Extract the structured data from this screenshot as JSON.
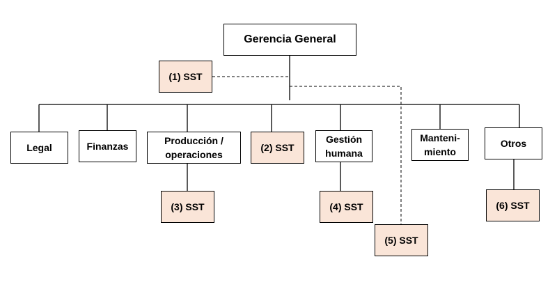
{
  "diagram": {
    "type": "org-chart",
    "colors": {
      "sst_fill": "#fae5d8",
      "unit_fill": "#ffffff",
      "line": "#000000"
    },
    "nodes": [
      {
        "id": "gerencia",
        "label": "Gerencia General",
        "kind": "unit"
      },
      {
        "id": "sst1",
        "label": "(1) SST",
        "kind": "sst"
      },
      {
        "id": "legal",
        "label": "Legal",
        "kind": "unit"
      },
      {
        "id": "finanzas",
        "label": "Finanzas",
        "kind": "unit"
      },
      {
        "id": "produccion",
        "label": "Producción /\noperaciones",
        "kind": "unit"
      },
      {
        "id": "sst2",
        "label": "(2) SST",
        "kind": "sst"
      },
      {
        "id": "gestion",
        "label": "Gestión\nhumana",
        "kind": "unit"
      },
      {
        "id": "mantenimiento",
        "label": "Manteni-\nmiento",
        "kind": "unit"
      },
      {
        "id": "otros",
        "label": "Otros",
        "kind": "unit"
      },
      {
        "id": "sst3",
        "label": "(3) SST",
        "kind": "sst"
      },
      {
        "id": "sst4",
        "label": "(4) SST",
        "kind": "sst"
      },
      {
        "id": "sst5",
        "label": "(5) SST",
        "kind": "sst"
      },
      {
        "id": "sst6",
        "label": "(6) SST",
        "kind": "sst"
      }
    ],
    "edges": [
      {
        "from": "gerencia",
        "to": "legal",
        "style": "solid"
      },
      {
        "from": "gerencia",
        "to": "finanzas",
        "style": "solid"
      },
      {
        "from": "gerencia",
        "to": "produccion",
        "style": "solid"
      },
      {
        "from": "gerencia",
        "to": "sst2",
        "style": "solid"
      },
      {
        "from": "gerencia",
        "to": "gestion",
        "style": "solid"
      },
      {
        "from": "gerencia",
        "to": "mantenimiento",
        "style": "solid"
      },
      {
        "from": "gerencia",
        "to": "otros",
        "style": "solid"
      },
      {
        "from": "gerencia",
        "to": "sst1",
        "style": "dashed"
      },
      {
        "from": "gerencia",
        "to": "sst5",
        "style": "dashed"
      },
      {
        "from": "produccion",
        "to": "sst3",
        "style": "solid"
      },
      {
        "from": "gestion",
        "to": "sst4",
        "style": "solid"
      },
      {
        "from": "otros",
        "to": "sst6",
        "style": "solid"
      }
    ]
  }
}
